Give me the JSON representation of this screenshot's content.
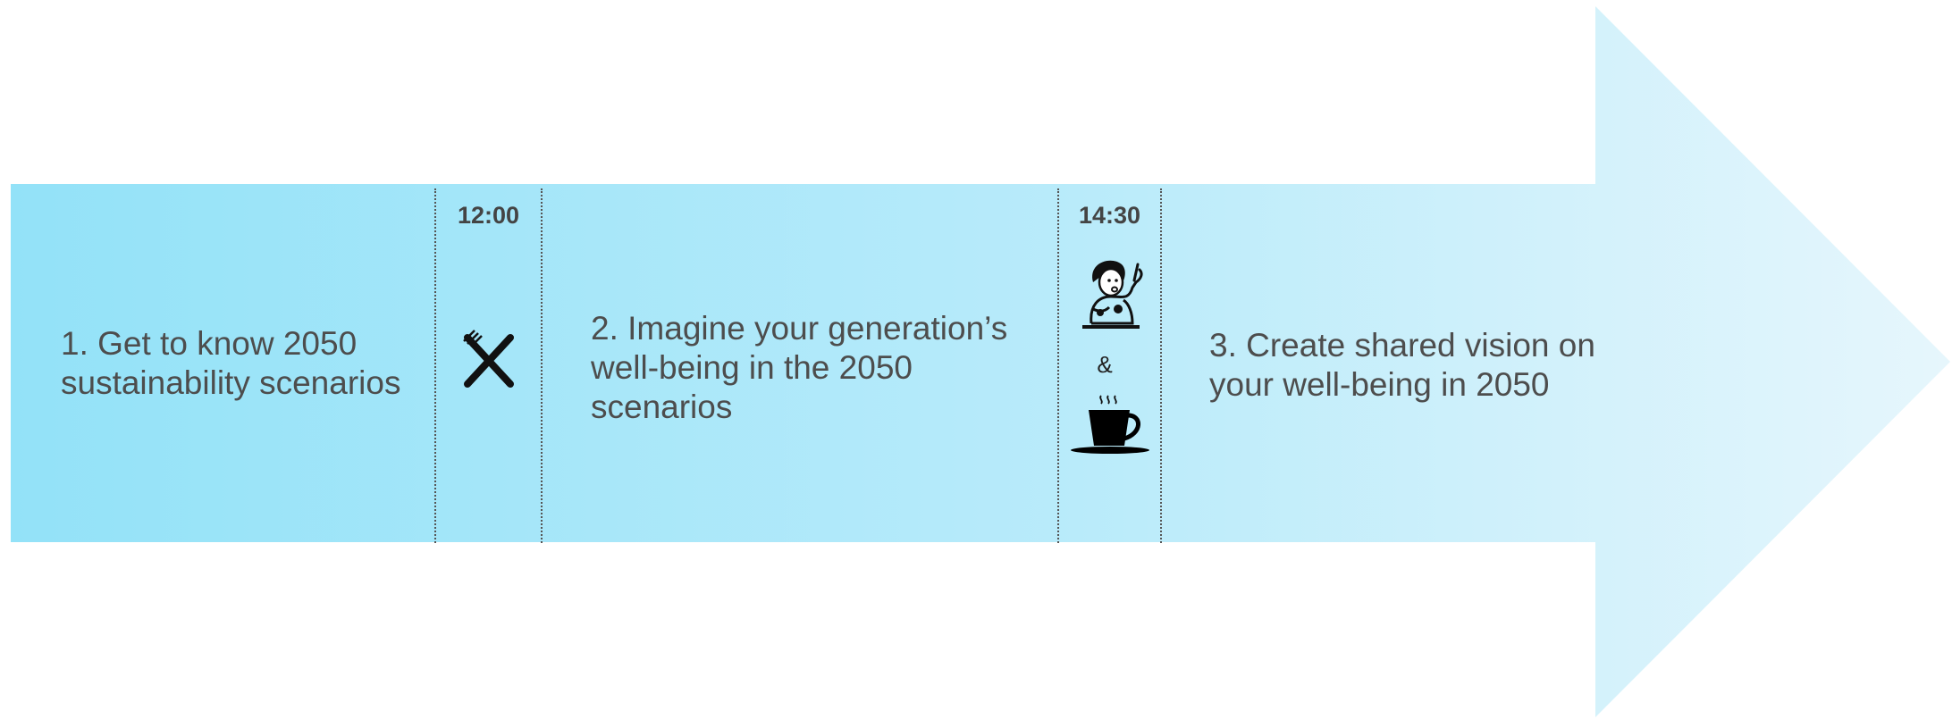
{
  "flow": {
    "steps": [
      {
        "label_line1": "1. Get to know 2050",
        "label_line2": "sustainability scenarios"
      },
      {
        "label_line1": "2. Imagine your generation’s",
        "label_line2": "well-being in the 2050",
        "label_line3": "scenarios"
      },
      {
        "label_line1": "3. Create shared vision on",
        "label_line2": "your well-being in 2050"
      }
    ],
    "break_1": {
      "time": "12:00",
      "icon": "fork-knife-icon"
    },
    "break_2": {
      "time": "14:30",
      "icons": [
        "presenter-icon",
        "coffee-cup-icon"
      ],
      "connector": "&"
    }
  },
  "colors": {
    "arrow_start": "#93e2f8",
    "arrow_end": "#e6f6fc",
    "text": "#4d4d4d",
    "divider": "#555555"
  }
}
